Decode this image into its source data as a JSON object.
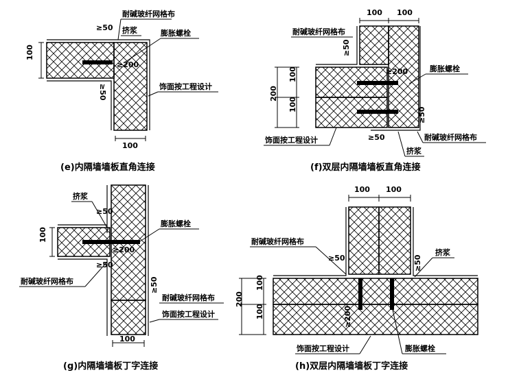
{
  "labels": {
    "alkali_mesh": "耐碱玻纤网格布",
    "squeeze_grout": "挤浆",
    "expansion_bolt": "膨胀螺栓",
    "finish": "饰面按工程设计"
  },
  "dims": {
    "ge50": "≥50",
    "ge200": "≥200",
    "d100": "100",
    "d200": "200"
  },
  "captions": {
    "e": "(e)内隔墙墙板直角连接",
    "f": "(f)双层内隔墙墙板直角连接",
    "g": "(g)内隔墙墙板丁字连接",
    "h": "(h)双层内隔墙墙板丁字连接"
  }
}
